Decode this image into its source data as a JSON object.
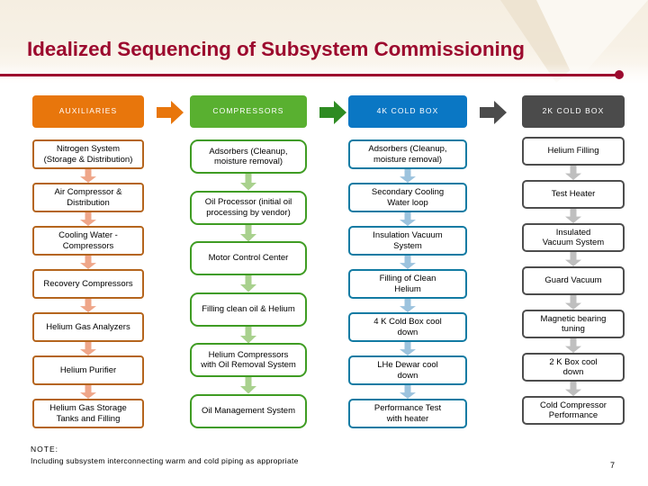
{
  "slide": {
    "title": "Idealized Sequencing of Subsystem Commissioning",
    "page_number": "7",
    "note_label": "NOTE:",
    "note_text": "Including subsystem interconnecting warm and cold piping as appropriate"
  },
  "colors": {
    "title": "#9C0A2E",
    "rule": "#9C0A2E",
    "auxiliaries": "#E8760C",
    "compressors": "#59B030",
    "cold_box_4k": "#0A77C4",
    "cold_box_2k": "#4B4B4B",
    "arrow_auxiliaries": "#E8760C",
    "arrow_compressors": "#2E8B22",
    "arrow_cold_box_2k": "#4B4B4B",
    "connector_auxiliaries": "#EFA689",
    "connector_compressors": "#A9D18E",
    "connector_4k": "#9CC3DE",
    "connector_2k": "#BFBFBF",
    "page_background": "#FFFFFF",
    "top_band": "#F5EEE1"
  },
  "columns": [
    {
      "id": "auxiliaries",
      "header": "AUXILIARIES",
      "header_color": "#E8760C",
      "steps": [
        "Nitrogen System\n(Storage & Distribution)",
        "Air Compressor &\nDistribution",
        "Cooling Water -\nCompressors",
        "Recovery Compressors",
        "Helium Gas Analyzers",
        "Helium Purifier",
        "Helium Gas Storage\nTanks and Filling"
      ]
    },
    {
      "id": "compressors",
      "header": "COMPRESSORS",
      "header_color": "#59B030",
      "steps": [
        "Adsorbers (Cleanup,\nmoisture removal)",
        "Oil Processor (initial oil\nprocessing by vendor)",
        "Motor Control Center",
        "Filling clean oil & Helium",
        "Helium Compressors\nwith Oil Removal System",
        "Oil Management System"
      ]
    },
    {
      "id": "cold-box-4k",
      "header": "4K COLD BOX",
      "header_color": "#0A77C4",
      "steps": [
        "Adsorbers (Cleanup,\nmoisture removal)",
        "Secondary Cooling\nWater loop",
        "Insulation Vacuum\nSystem",
        "Filling of Clean\nHelium",
        "4 K Cold Box cool\ndown",
        "LHe Dewar cool\ndown",
        "Performance Test\nwith heater"
      ]
    },
    {
      "id": "cold-box-2k",
      "header": "2K COLD BOX",
      "header_color": "#4B4B4B",
      "steps": [
        "Helium Filling",
        "Test Heater",
        "Insulated\nVacuum System",
        "Guard Vacuum",
        "Magnetic bearing\ntuning",
        "2 K Box cool\ndown",
        "Cold Compressor\nPerformance"
      ]
    }
  ],
  "stage_arrows": [
    {
      "from": "AUXILIARIES",
      "to": "COMPRESSORS",
      "color": "#E8760C"
    },
    {
      "from": "COMPRESSORS",
      "to": "4K COLD BOX",
      "color": "#2E8B22"
    },
    {
      "from": "4K COLD BOX",
      "to": "2K COLD BOX",
      "color": "#4B4B4B"
    }
  ]
}
